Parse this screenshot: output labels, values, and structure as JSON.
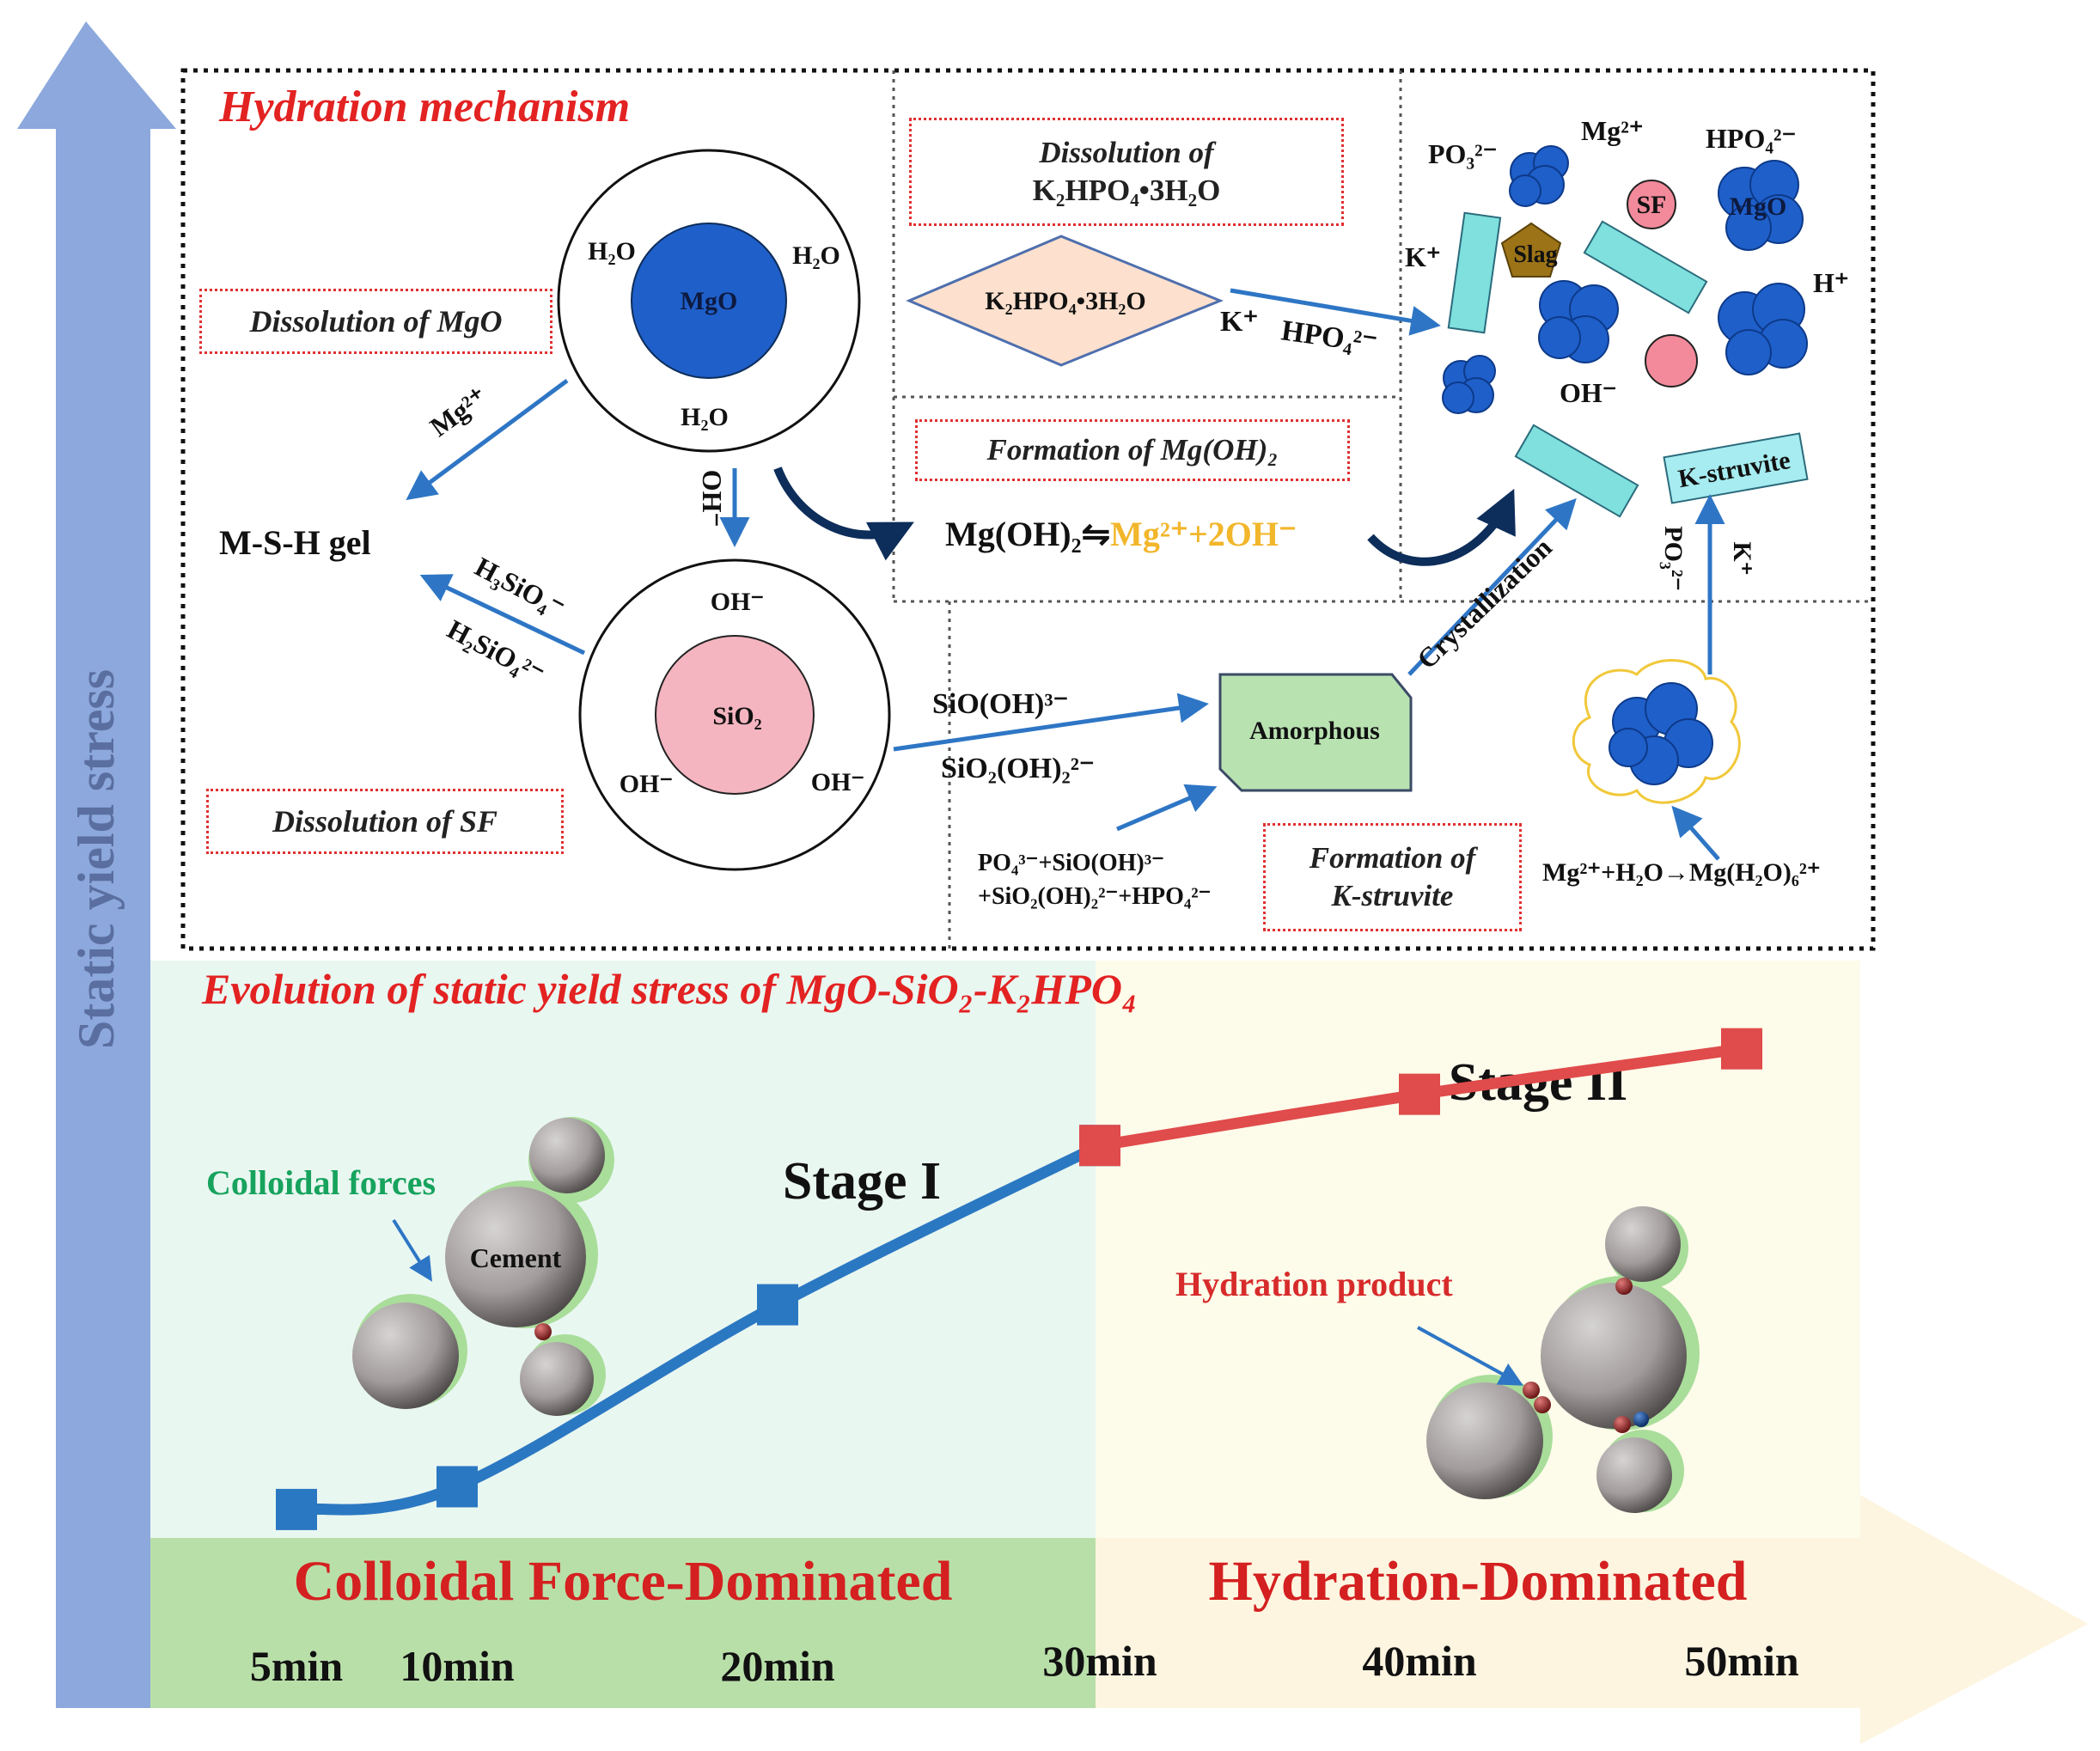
{
  "colors": {
    "accent_red": "#e32222",
    "arrow_blue": "#2e76c5",
    "mgo_blue": "#1f5fc9",
    "sio2_pink": "#f4b5c0",
    "k2hpo4_peach": "#fde0cd",
    "amorphous_green": "#b9e2b1",
    "slag_brown": "#9c7316",
    "cyan": "#7fe0dd",
    "stage1_line": "#2b78c2",
    "stage2_line": "#e04b4b",
    "stage1_band": "#b9dfa9",
    "stage2_band": "#fdf5e0",
    "y_axis": "#8ca8dc"
  },
  "y_axis_label": "Static yield stress",
  "hydration": {
    "title": "Hydration mechanism",
    "dissolution_mgo": "Dissolution of MgO",
    "dissolution_sf": "Dissolution of SF",
    "dissolution_k2hpo4_line1": "Dissolution of",
    "dissolution_k2hpo4_line2": "K₂HPO₄•3H₂O",
    "formation_mgoh2": "Formation of Mg(OH)₂",
    "formation_kstruvite_line1": "Formation of",
    "formation_kstruvite_line2": "K-struvite",
    "h2o": "H₂O",
    "mgo": "MgO",
    "sio2": "SiO₂",
    "oh": "OH⁻",
    "mg2plus": "Mg²⁺",
    "msh_gel": "M-S-H gel",
    "h3sio4": "H₃SiO₄⁻",
    "h2sio4": "H₂SiO₄²⁻",
    "k2hpo4_diamond": "K₂HPO₄•3H₂O",
    "kplus": "K⁺",
    "hpo4": "HPO₄²⁻",
    "po3": "PO₃²⁻",
    "hplus": "H⁺",
    "sf": "SF",
    "slag": "Slag",
    "mgoh2_eq_left": "Mg(OH)₂⇋",
    "mgoh2_eq_right": "Mg²⁺+2OH⁻",
    "sioh3": "SiO(OH)³⁻",
    "sio2oh2": "SiO₂(OH)₂²⁻",
    "amorphous": "Amorphous",
    "crystallization": "Crystallization",
    "kstruvite": "K-struvite",
    "po3_side": "PO₃²⁻",
    "k_side": "K⁺",
    "ion_mix_line1": "PO₄³⁻+SiO(OH)³⁻",
    "ion_mix_line2": "+SiO₂(OH)₂²⁻+HPO₄²⁻",
    "mg_hydration": "Mg²⁺+H₂O→Mg(H₂O)₆²⁺"
  },
  "evolution": {
    "title": "Evolution of static yield stress of MgO-SiO₂-K₂HPO₄",
    "stage1": "Stage I",
    "stage2": "Stage II",
    "colloidal_forces": "Colloidal forces",
    "cement": "Cement",
    "hydration_product": "Hydration product",
    "band1": "Colloidal Force-Dominated",
    "band2": "Hydration-Dominated"
  },
  "chart_data": {
    "type": "line",
    "categories": [
      "5min",
      "10min",
      "20min",
      "30min",
      "40min",
      "50min"
    ],
    "x": [
      "5min",
      "10min",
      "20min",
      "30min",
      "40min",
      "50min"
    ],
    "series": [
      {
        "name": "Stage I",
        "x": [
          "5min",
          "10min",
          "20min",
          "30min"
        ],
        "values": [
          0.05,
          0.09,
          0.41,
          0.69
        ]
      },
      {
        "name": "Stage II",
        "x": [
          "30min",
          "40min",
          "50min"
        ],
        "values": [
          0.69,
          0.78,
          0.86
        ]
      }
    ],
    "ylabel": "Static yield stress",
    "xlabel": "",
    "title": "Evolution of static yield stress of MgO-SiO₂-K₂HPO₄",
    "ylim": [
      0,
      1
    ]
  }
}
